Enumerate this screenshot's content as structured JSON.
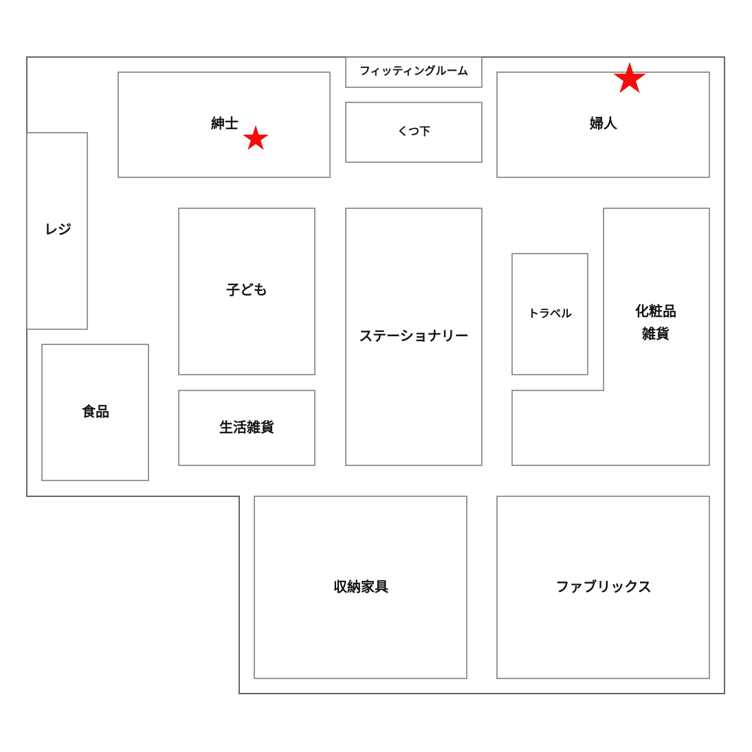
{
  "map": {
    "areas": {
      "mens": "紳士",
      "fitting_room": "フィッティングルーム",
      "socks": "くつ下",
      "womens": "婦人",
      "register": "レジ",
      "kids": "子ども",
      "stationery": "ステーショナリー",
      "travel": "トラベル",
      "cosmetics_line1": "化粧品",
      "cosmetics_line2": "雑貨",
      "food": "食品",
      "household": "生活雑貨",
      "storage_furniture": "収納家具",
      "fabrics": "ファブリックス"
    },
    "markers": [
      {
        "icon": "star-icon",
        "area": "mens",
        "color": "#f20d0d"
      },
      {
        "icon": "star-icon",
        "area": "womens",
        "color": "#f20d0d"
      }
    ]
  }
}
